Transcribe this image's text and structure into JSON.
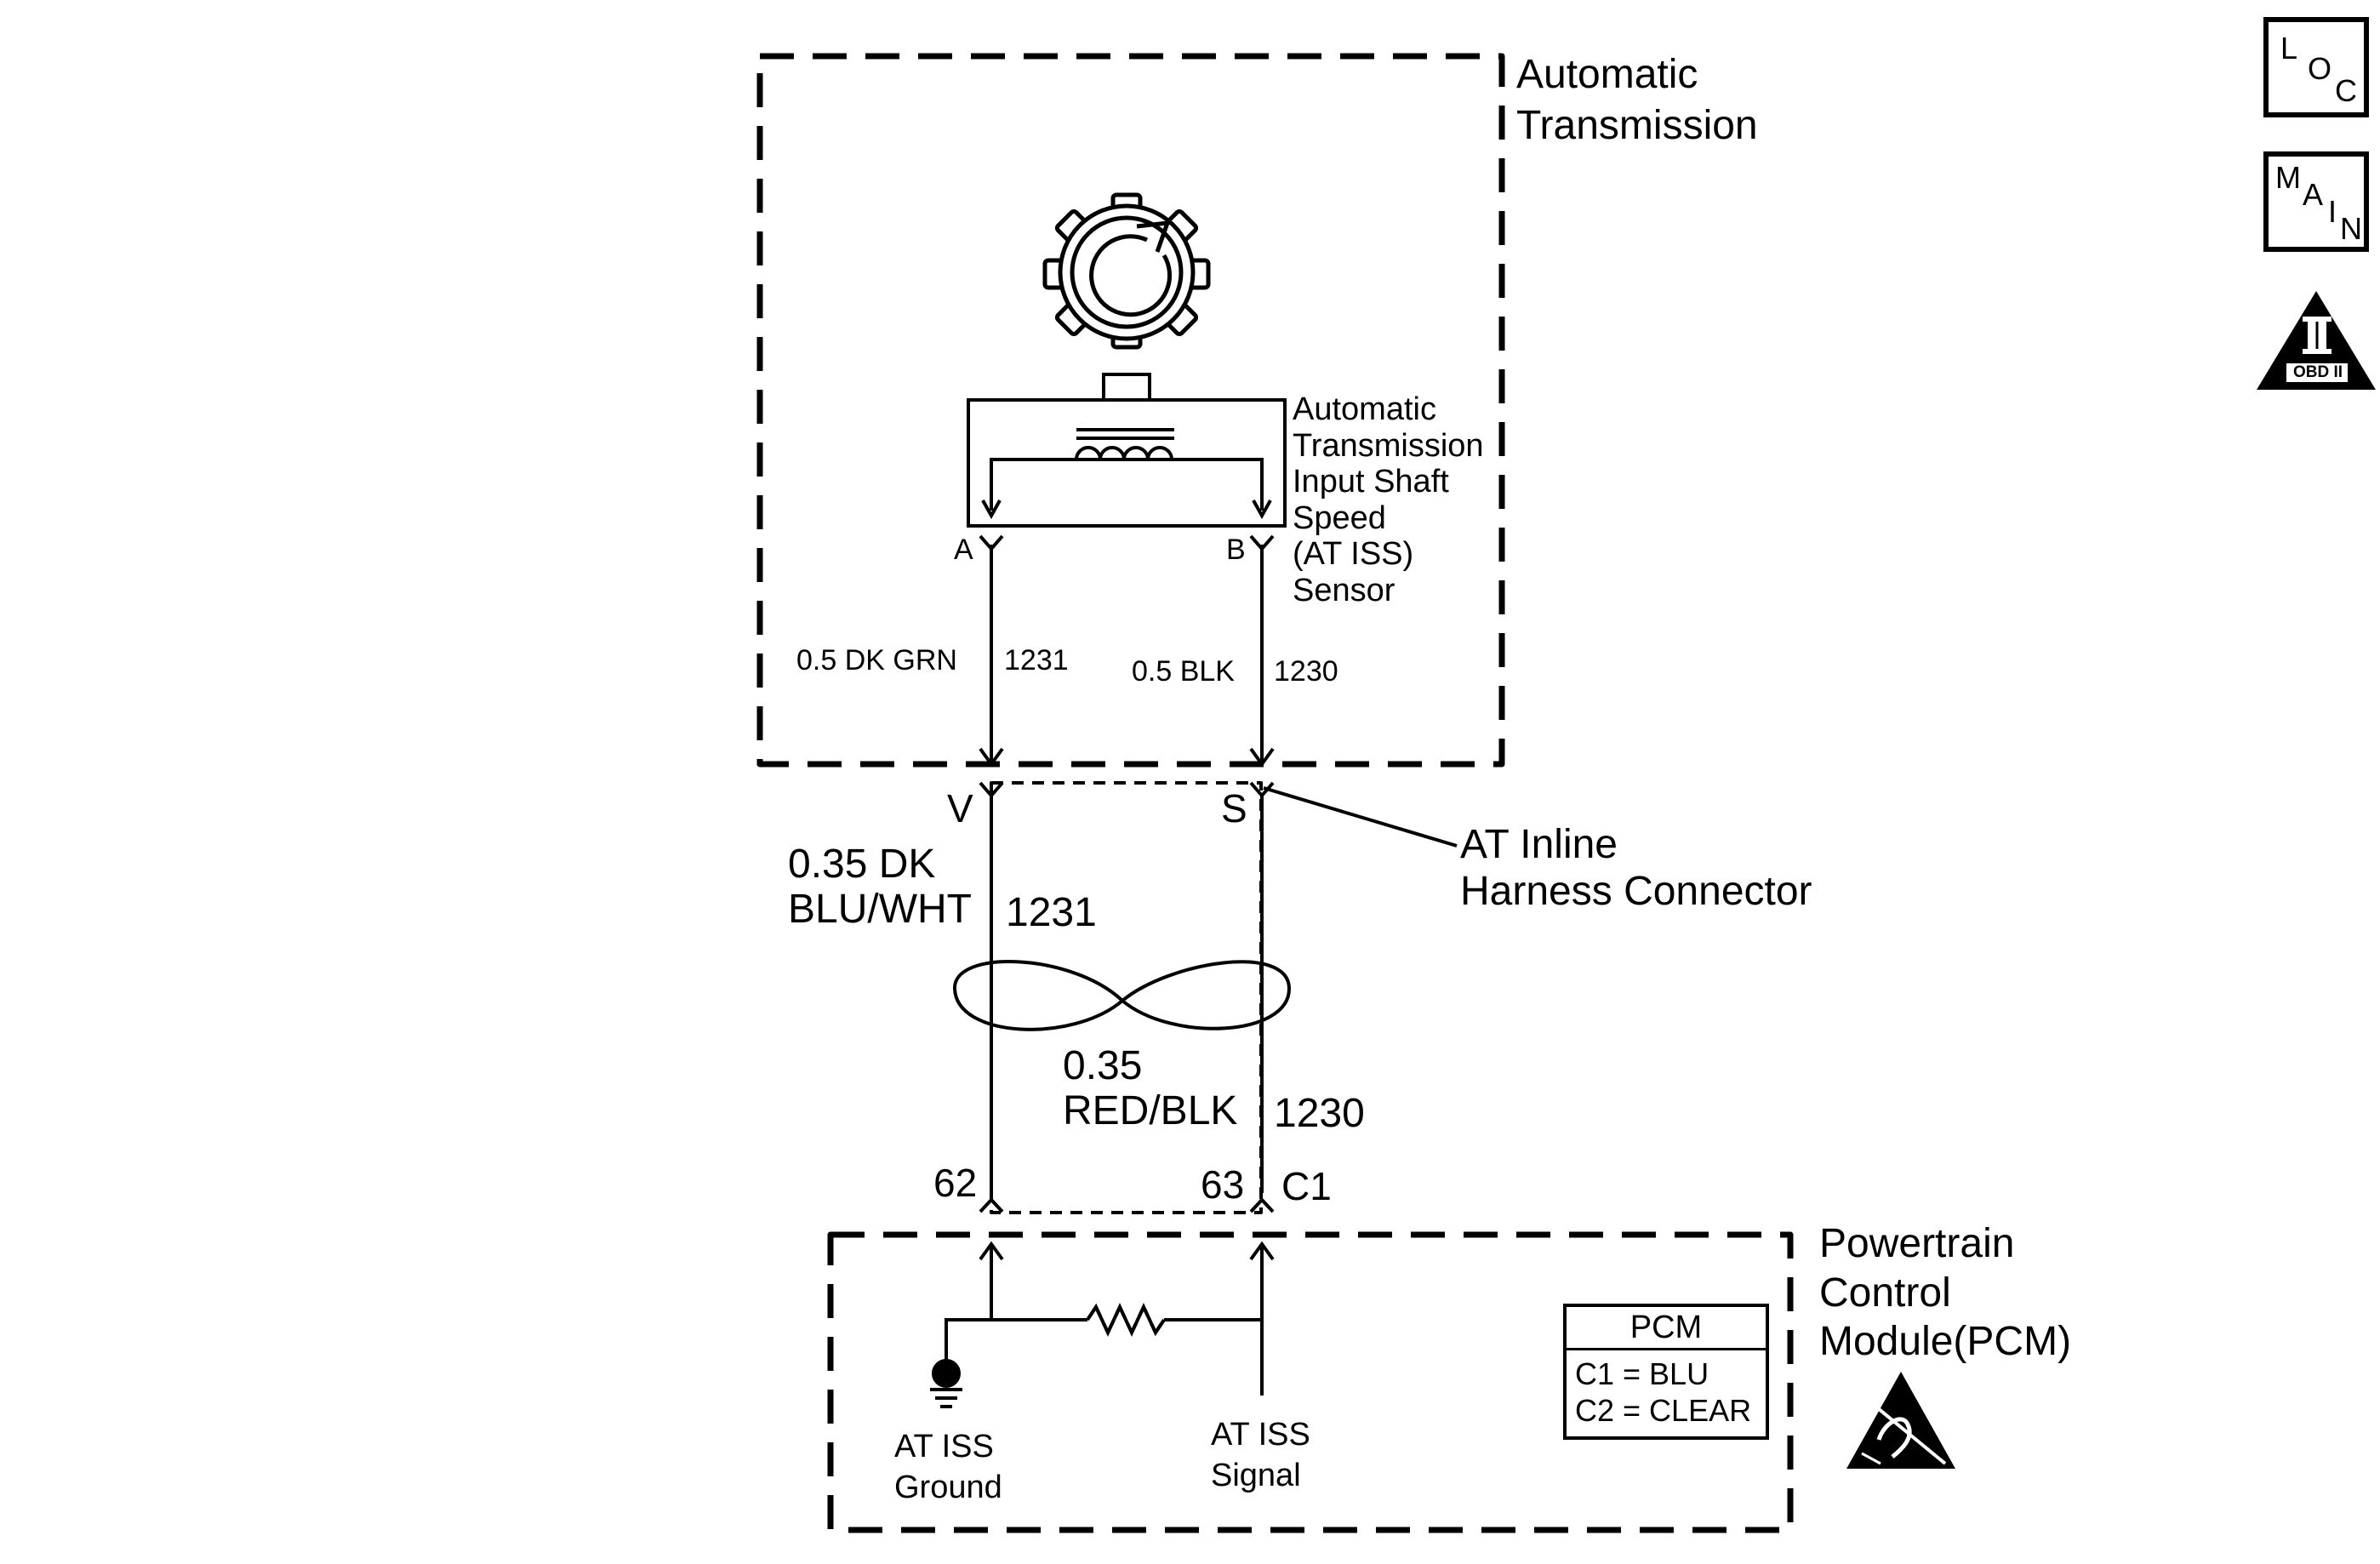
{
  "components": {
    "transmission": {
      "label": "Automatic\nTransmission"
    },
    "sensor": {
      "label": "Automatic\nTransmission\nInput Shaft\nSpeed\n(AT ISS)\nSensor"
    },
    "inline_connector": {
      "label": "AT Inline\nHarness Connector"
    },
    "pcm": {
      "label": "Powertrain\nControl\nModule(PCM)"
    }
  },
  "pins": {
    "sensor_a": "A",
    "sensor_b": "B",
    "inline_v": "V",
    "inline_s": "S",
    "pcm_62": "62",
    "pcm_63": "63",
    "pcm_connector": "C1"
  },
  "wires": {
    "sensor_left": {
      "color": "0.5 DK GRN",
      "circuit": "1231"
    },
    "sensor_right": {
      "color": "0.5 BLK",
      "circuit": "1230"
    },
    "harness_left": {
      "color": "0.35 DK\nBLU/WHT",
      "circuit": "1231"
    },
    "harness_right": {
      "color": "0.35\nRED/BLK",
      "circuit": "1230"
    }
  },
  "pcm_terminals": {
    "ground": "AT ISS\nGround",
    "signal": "AT ISS\nSignal"
  },
  "pcm_legend": {
    "title": "PCM",
    "lines": "C1 = BLU\nC2 = CLEAR"
  },
  "side_icons": {
    "loc": [
      "L",
      "O",
      "C"
    ],
    "main": [
      "M",
      "A",
      "I",
      "N"
    ],
    "obd": {
      "numeral": "II",
      "caption": "OBD II"
    }
  }
}
